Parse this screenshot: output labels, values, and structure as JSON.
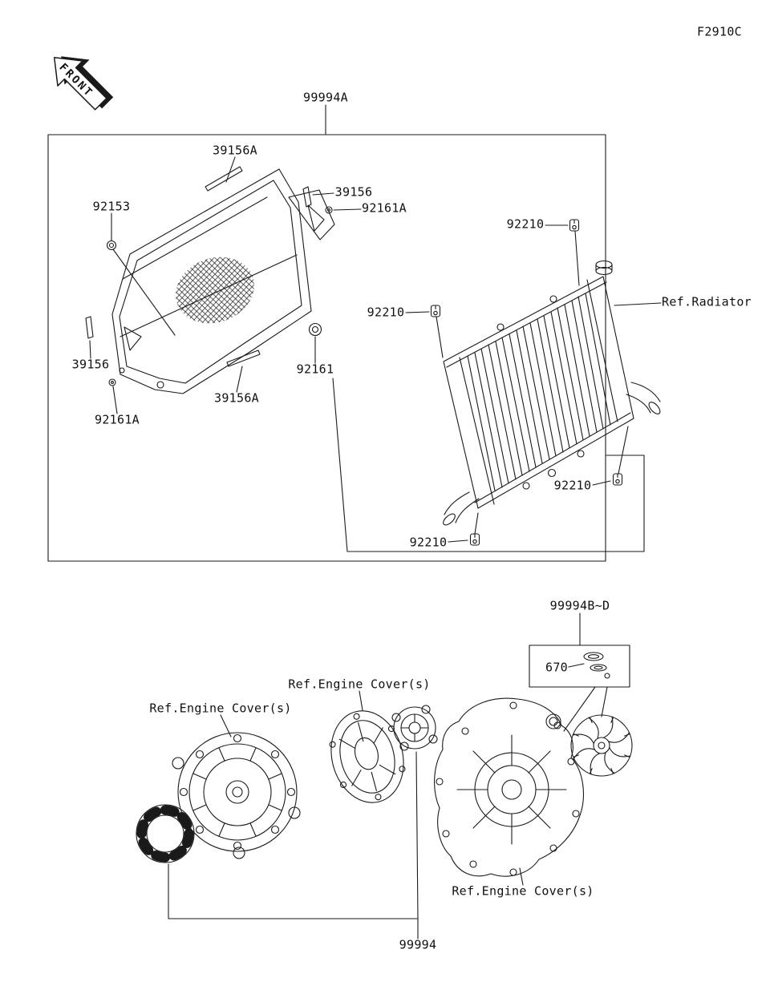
{
  "page": {
    "code": "F2910C"
  },
  "front": {
    "label": "FRONT"
  },
  "callouts": {
    "kit_a": "99994A",
    "strip_top": "39156A",
    "pin_top": "39156",
    "screw_top": "92161A",
    "bolt": "92153",
    "damper_top": "92210",
    "ref_radiator": "Ref.Radiator",
    "damper_left": "92210",
    "pin_left": "39156",
    "grommet": "92161",
    "strip_bottom": "39156A",
    "screw_bottom": "92161A",
    "damper_right": "92210",
    "damper_bottom": "92210",
    "kit_bd": "99994B~D",
    "oring": "670",
    "ref_engine_cover_center": "Ref.Engine Cover(s)",
    "ref_engine_cover_left": "Ref.Engine Cover(s)",
    "ref_engine_cover_right": "Ref.Engine Cover(s)",
    "kit_main": "99994"
  }
}
